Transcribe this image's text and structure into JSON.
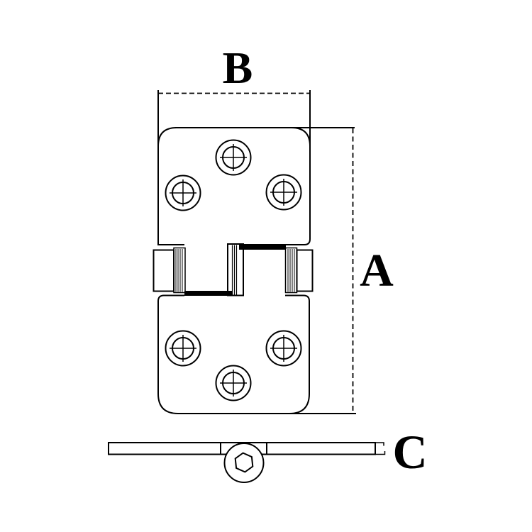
{
  "drawing": {
    "background_color": "#ffffff",
    "line_color": "#000000",
    "dimension_labels": {
      "width_b": "B",
      "length_a": "A",
      "thickness_c": "C"
    }
  }
}
